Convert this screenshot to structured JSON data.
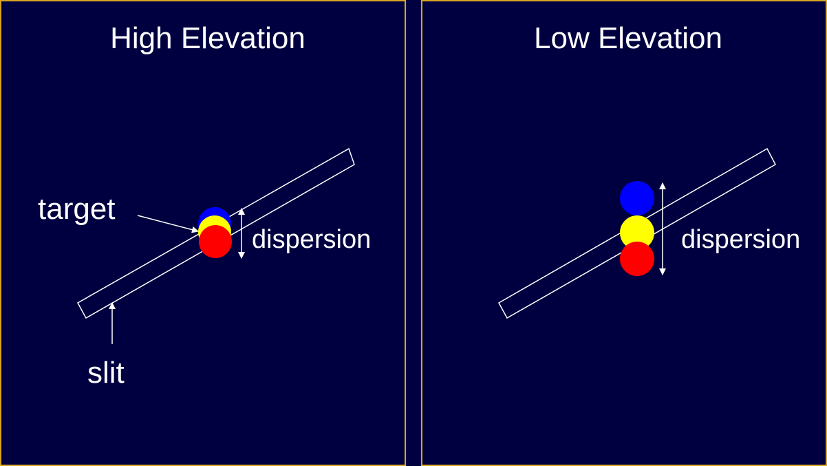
{
  "panels": [
    {
      "title": "High Elevation",
      "labels": {
        "target": "target",
        "slit": "slit",
        "dispersion": "dispersion"
      },
      "colors": {
        "blue": "#0000ff",
        "yellow": "#ffff00",
        "red": "#ff0000"
      }
    },
    {
      "title": "Low Elevation",
      "labels": {
        "dispersion": "dispersion"
      },
      "colors": {
        "blue": "#0000ff",
        "yellow": "#ffff00",
        "red": "#ff0000"
      }
    }
  ],
  "colors": {
    "background": "#000040",
    "border": "#d9a520",
    "foreground": "#ffffff"
  }
}
